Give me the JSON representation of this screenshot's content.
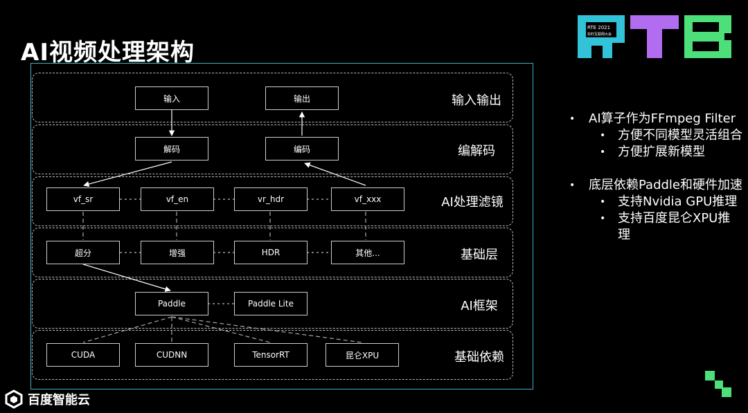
{
  "title": "AI视频处理架构",
  "rte_logo": {
    "text_top": "RTE 2021",
    "text_sub": "实时互联网大会",
    "colors": [
      "#33c3d9",
      "#b26cf0",
      "#4de07a"
    ]
  },
  "layers": [
    {
      "label": "输入输出",
      "boxes": [
        "输入",
        "输出"
      ]
    },
    {
      "label": "编解码",
      "boxes": [
        "解码",
        "编码"
      ]
    },
    {
      "label": "AI处理滤镜",
      "boxes": [
        "vf_sr",
        "vf_en",
        "vr_hdr",
        "vf_xxx"
      ]
    },
    {
      "label": "基础层",
      "boxes": [
        "超分",
        "增强",
        "HDR",
        "其他..."
      ]
    },
    {
      "label": "AI框架",
      "boxes": [
        "Paddle",
        "Paddle Lite"
      ]
    },
    {
      "label": "基础依赖",
      "boxes": [
        "CUDA",
        "CUDNN",
        "TensorRT",
        "昆仑XPU"
      ]
    }
  ],
  "bullets": [
    {
      "level": 1,
      "text": "AI算子作为FFmpeg Filter"
    },
    {
      "level": 2,
      "text": "方便不同模型灵活组合"
    },
    {
      "level": 2,
      "text": "方便扩展新模型"
    },
    {
      "level": 1,
      "text": "底层依赖Paddle和硬件加速"
    },
    {
      "level": 2,
      "text": "支持Nvidia GPU推理"
    },
    {
      "level": 2,
      "text": "支持百度昆仑XPU推理"
    }
  ],
  "footer": {
    "brand": "百度智能云"
  },
  "colors": {
    "frame": "#3fb3c2",
    "pixel_deco": "#4de07a"
  }
}
